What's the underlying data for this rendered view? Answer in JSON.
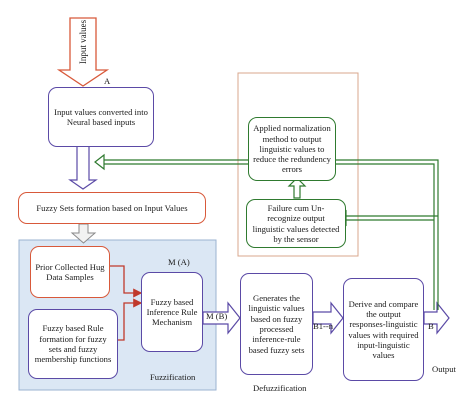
{
  "input_arrow": {
    "label": "Input values",
    "marker": "A"
  },
  "boxes": {
    "neural": "Input values converted into Neural based inputs",
    "fuzzy_sets": "Fuzzy Sets formation based on Input Values",
    "prior": "Prior Collected Hug Data Samples",
    "rule_formation": "Fuzzy based Rule formation for fuzzy sets and fuzzy membership functions",
    "inference": "Fuzzy based Inference Rule Mechanism",
    "generates": "Generates the linguistic values based on fuzzy processed inference-rule based fuzzy sets",
    "derive": "Derive and compare the output responses-linguistic values with required input-linguistic values",
    "normalization": "Applied normalization method to output linguistic values to reduce the redundency errors",
    "failure": "Failure cum Un-recognize output linguistic values detected by the sensor"
  },
  "labels": {
    "m_a": "M (A)",
    "m_b": "M (B)",
    "b1n": "B1--n",
    "b": "B",
    "fuzzification": "Fuzzification",
    "defuzzification": "Defuzzification",
    "output": "Output"
  },
  "colors": {
    "purple": "#5b4aa6",
    "green": "#2f7a2f",
    "red": "#d8593a",
    "fuzz_panel": "#dbe7f4",
    "output_panel_border": "#d9a78c"
  }
}
